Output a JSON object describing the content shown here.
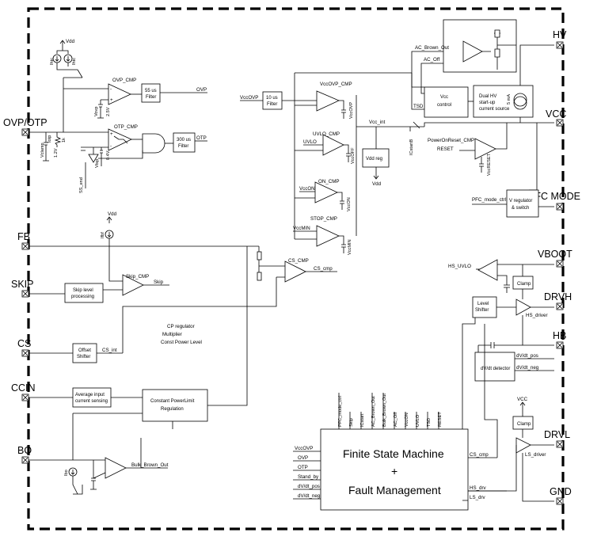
{
  "pins": {
    "hv": "HV",
    "vcc": "VCC",
    "pfc_mode": "PFC MODE",
    "vboot": "VBOOT",
    "drvh": "DRVH",
    "hb": "HB",
    "drvl": "DRVL",
    "gnd": "GND",
    "ovp_otp": "OVP/OTP",
    "fb": "FB",
    "skip": "SKIP",
    "cs": "CS",
    "ccin": "CCIN",
    "bo": "BO"
  },
  "blocks": {
    "filter55_l1": "55 us",
    "filter55_l2": "Filter",
    "filter300_l1": "300 us",
    "filter300_l2": "Filter",
    "filter10_l1": "10 us",
    "filter10_l2": "Filter",
    "vcc_control_l1": "Vcc",
    "vcc_control_l2": "control",
    "dual_hv_l1": "Dual HV",
    "dual_hv_l2": "start-up",
    "dual_hv_l3": "current source",
    "vdd_reg": "Vdd reg",
    "v_regulator_l1": "V regulator",
    "v_regulator_l2": "& switch",
    "skip_level_l1": "Skip level",
    "skip_level_l2": "processing",
    "offset_shifter_l1": "Offset",
    "offset_shifter_l2": "Shifter",
    "avg_input_l1": "Average input",
    "avg_input_l2": "current sensing",
    "const_power_l1": "Constant PowerLimit",
    "const_power_l2": "Regulation",
    "level_shifter_l1": "Level",
    "level_shifter_l2": "Shifter",
    "dvdt_detector": "dV/dt detector",
    "clamp_high": "Clamp",
    "clamp_low": "Clamp",
    "fsm_l1": "Finite State Machine",
    "fsm_l2": "+",
    "fsm_l3": "Fault Management"
  },
  "signals": {
    "vdd_top": "Vdd",
    "ihtc1": "Ihtc",
    "ihtc2": "Ihtc",
    "ovp_cmp": "OVP_CMP",
    "vovp": "Vovp",
    "v25": "2.5V",
    "ovp_out": "OVP",
    "otp_cmp": "OTP_CMP",
    "otp_out": "OTP",
    "vclamp": "Vclamp",
    "iotp": "Iotp",
    "v12": "1.2V",
    "r1k": "1k",
    "vtsp": "Vtsp",
    "v04": "0.4V",
    "ss_end": "SS_end",
    "vccovp_in": "VccOVP",
    "vccovp_cmp": "VccOVP_CMP",
    "vccovp_ref": "VccOVP",
    "uvlo_in": "UVLO",
    "uvlo_cmp": "UVLO_CMP",
    "vccoff": "VccOFF",
    "vccon_left": "VccON",
    "on_cmp": "ON_CMP",
    "vccon_ref": "VccON",
    "stop_cmp": "STOP_CMP",
    "vccmin": "VccMIN",
    "vccmin_ref": "VccMIN",
    "vcc_int": "Vcc_int",
    "vdd_out": "Vdd",
    "icstartb": "ICstartB",
    "poweronreset_cmp": "PowerOnReset_CMP",
    "reset": "RESET",
    "vccreset": "VccRESET",
    "ac_brown_out": "AC_Brown_Out",
    "ac_off": "AC_Off",
    "tsd": "TSD",
    "ma5": "5 mA",
    "pfc_mode_ctrl": "PFC_mode_ctrl",
    "ifbf": "Ifbf",
    "vdd_fb": "Vdd",
    "skip_cmp": "Skip_CMP",
    "skip_out": "Skip",
    "cs_cmp": "CS_CMP",
    "cs_cmp_out": "CS_cmp",
    "cs_int": "CS_int",
    "cp_regulator": "CP regulator",
    "multiplier": "Multiplier",
    "const_power_level": "Const Power Level",
    "hs_uvlo": "HS_UVLO",
    "hs_driver": "HS_driver",
    "dvdt_pos": "dV/dt_pos",
    "dvdt_neg": "dV/dt_neg",
    "vcc_top": "VCC",
    "ls_driver": "LS_driver",
    "bulk_brown_out": "Bulk_Brown_Out",
    "ibo": "Ibo"
  },
  "fsm_inputs_left": [
    "VccOVP",
    "OVP",
    "OTP",
    "Stand_by",
    "dV/dt_pos",
    "dV/dt_neg"
  ],
  "fsm_inputs_top": [
    "PFC_mode_ctrl",
    "Skip",
    "ICstart",
    "AC_Brown_Out",
    "Bulk_Brown_Out",
    "AC_Off",
    "VccON",
    "UVLO",
    "TSD",
    "RESET"
  ],
  "fsm_outputs_right": [
    "CS_cmp",
    "HS_drv",
    "LS_drv"
  ]
}
